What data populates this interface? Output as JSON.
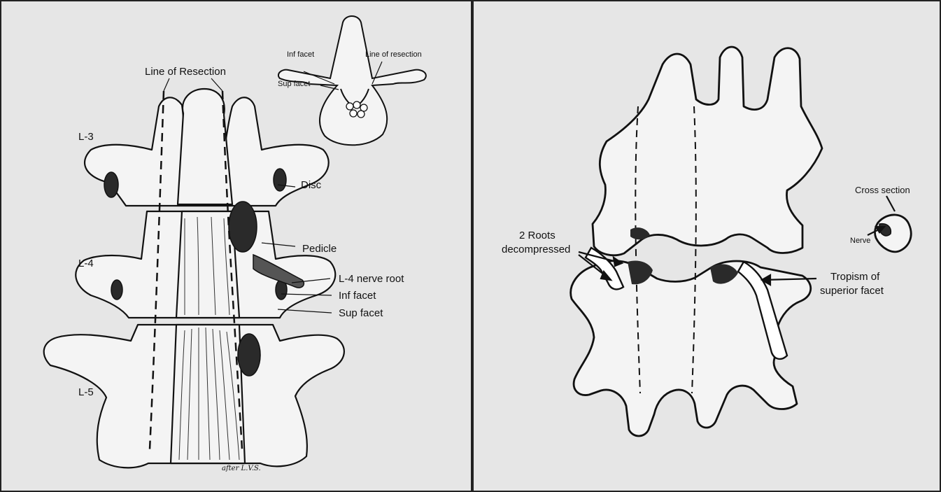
{
  "left_figure": {
    "line_of_resection": "Line of Resection",
    "level_l3": "L-3",
    "level_l4": "L-4",
    "level_l5": "L-5",
    "disc": "Disc",
    "pedicle": "Pedicle",
    "l4_nerve_root": "L-4 nerve root",
    "inf_facet": "Inf facet",
    "sup_facet": "Sup facet",
    "signature": "after L.V.S.",
    "inset": {
      "inf_facet": "Inf facet",
      "sup_facet": "Sup facet",
      "line_of_resection": "Line of resection"
    }
  },
  "right_figure": {
    "roots_decompressed_line1": "2 Roots",
    "roots_decompressed_line2": "decompressed",
    "tropism_line1": "Tropism of",
    "tropism_line2": "superior facet",
    "cross_section": "Cross section",
    "nerve": "Nerve"
  },
  "colors": {
    "panel_border": "#222222",
    "panel_background": "#e6e6e6",
    "line_art": "#111111",
    "dark_fill": "#2a2a2a"
  }
}
